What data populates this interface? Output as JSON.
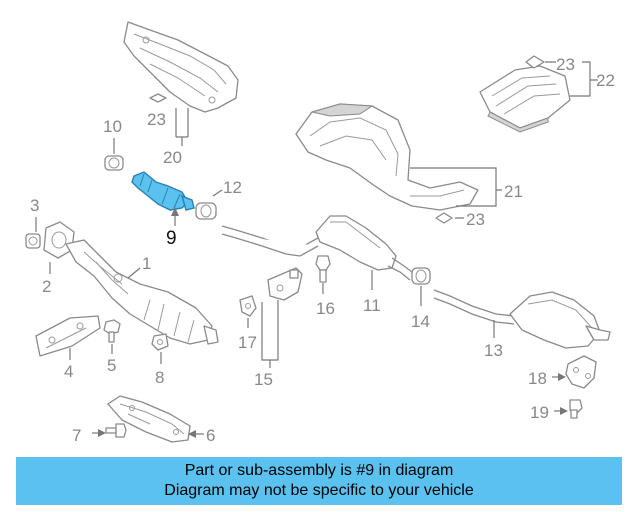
{
  "callouts": {
    "c1": "1",
    "c2": "2",
    "c3": "3",
    "c4": "4",
    "c5": "5",
    "c6": "6",
    "c7": "7",
    "c8": "8",
    "c9": "9",
    "c10": "10",
    "c11": "11",
    "c12": "12",
    "c13": "13",
    "c14": "14",
    "c15": "15",
    "c16": "16",
    "c17": "17",
    "c18": "18",
    "c19": "19",
    "c20": "20",
    "c21": "21",
    "c22": "22",
    "c23a": "23",
    "c23b": "23",
    "c23c": "23"
  },
  "highlight_color": "#5bc1ef",
  "banner": {
    "line1": "Part or sub-assembly is #9 in diagram",
    "line2": "Diagram may not be specific to your vehicle"
  }
}
